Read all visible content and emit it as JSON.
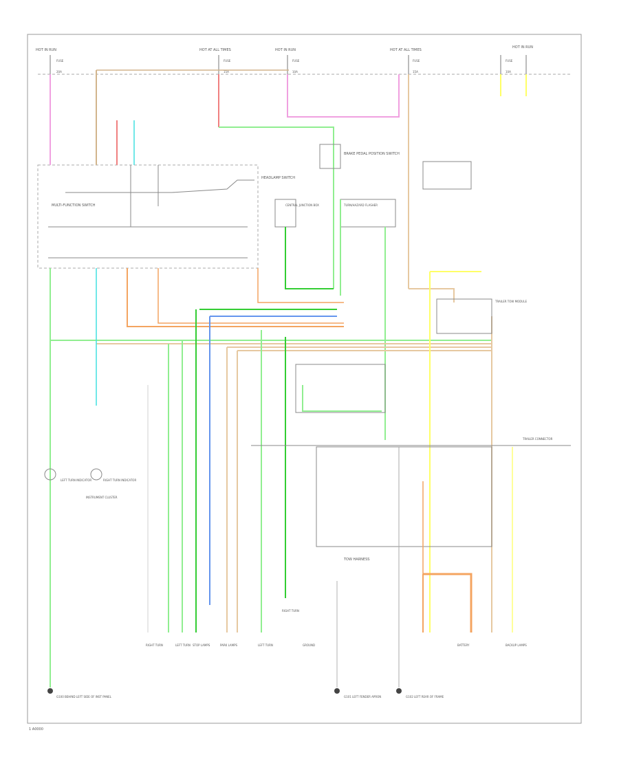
{
  "diagram": {
    "footer": "1 A0000",
    "power_sources": [
      {
        "id": "p1",
        "label": "HOT IN RUN",
        "fuse": "FUSE",
        "tail": "20A"
      },
      {
        "id": "p2",
        "label": "HOT AT ALL TIMES",
        "fuse": "FUSE",
        "tail": "15A"
      },
      {
        "id": "p3",
        "label": "HOT IN RUN",
        "fuse": "FUSE",
        "tail": "10A"
      },
      {
        "id": "p4",
        "label": "HOT AT ALL TIMES",
        "fuse": "FUSE",
        "tail": "15A"
      },
      {
        "id": "p5",
        "label": "HOT IN RUN",
        "fuse": "FUSE",
        "tail": "10A"
      }
    ],
    "components": {
      "headlamp_switch": "HEADLAMP SWITCH",
      "multifunction_switch": "MULTI-FUNCTION SWITCH",
      "relay_center": "CENTRAL JUNCTION BOX",
      "brake_switch": "BRAKE PEDAL POSITION SWITCH",
      "turn_flasher": "TURN/HAZARD FLASHER",
      "trailer_module": "TRAILER TOW MODULE",
      "trailer_connector": "TRAILER CONNECTOR",
      "instrument_cluster": "INSTRUMENT CLUSTER",
      "tow_harness": "TOW HARNESS",
      "left_indicator": "LEFT TURN INDICATOR",
      "right_indicator": "RIGHT TURN INDICATOR"
    },
    "grounds": [
      {
        "id": "g1",
        "label": "G100 BEHIND LEFT SIDE OF INST PANEL"
      },
      {
        "id": "g2",
        "label": "G101 LEFT FENDER APRON"
      },
      {
        "id": "g3",
        "label": "G102 LEFT REAR OF FRAME"
      }
    ],
    "bottom_terminals": [
      "RIGHT TURN",
      "LEFT TURN",
      "STOP LAMPS",
      "PARK LAMPS",
      "LEFT TURN",
      "RIGHT TURN",
      "GROUND",
      "BATTERY",
      "BACKUP LAMPS"
    ]
  }
}
